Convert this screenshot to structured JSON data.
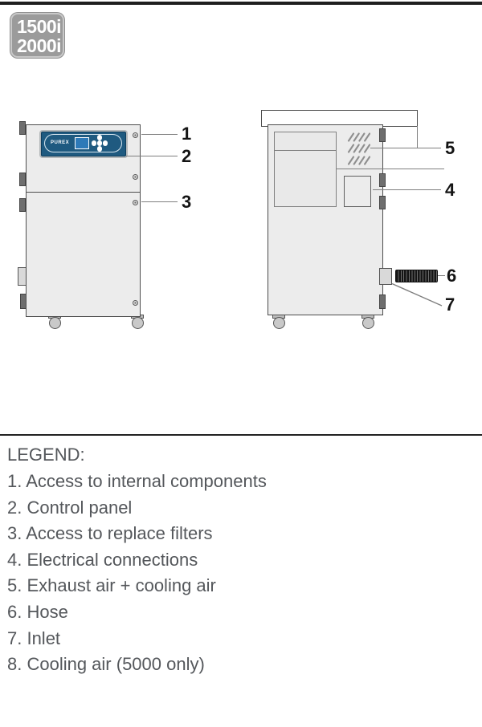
{
  "badge": {
    "line1": "1500i",
    "line2": "2000i"
  },
  "front_view": {
    "logo": "PUREX",
    "callouts": [
      {
        "number": "1"
      },
      {
        "number": "2"
      },
      {
        "number": "3"
      }
    ]
  },
  "side_view": {
    "callouts": [
      {
        "number": "5"
      },
      {
        "number": "4"
      },
      {
        "number": "6"
      },
      {
        "number": "7"
      }
    ]
  },
  "legend": {
    "title": "LEGEND:",
    "items": [
      "1. Access to internal components",
      "2. Control panel",
      "3. Access to replace filters",
      "4. Electrical connections",
      "5. Exhaust air + cooling air",
      "6. Hose",
      "7. Inlet",
      "8. Cooling air (5000 only)"
    ]
  },
  "colors": {
    "panel_blue": "#1f5a80",
    "screen_blue": "#2e7ab8",
    "badge_gray": "#9b9b9b",
    "cabinet_fill": "#ececec",
    "outline_dark": "#4d4d4d",
    "leader_gray": "#7f7f7f",
    "legend_text": "#54575b",
    "hose_black": "#151515"
  }
}
